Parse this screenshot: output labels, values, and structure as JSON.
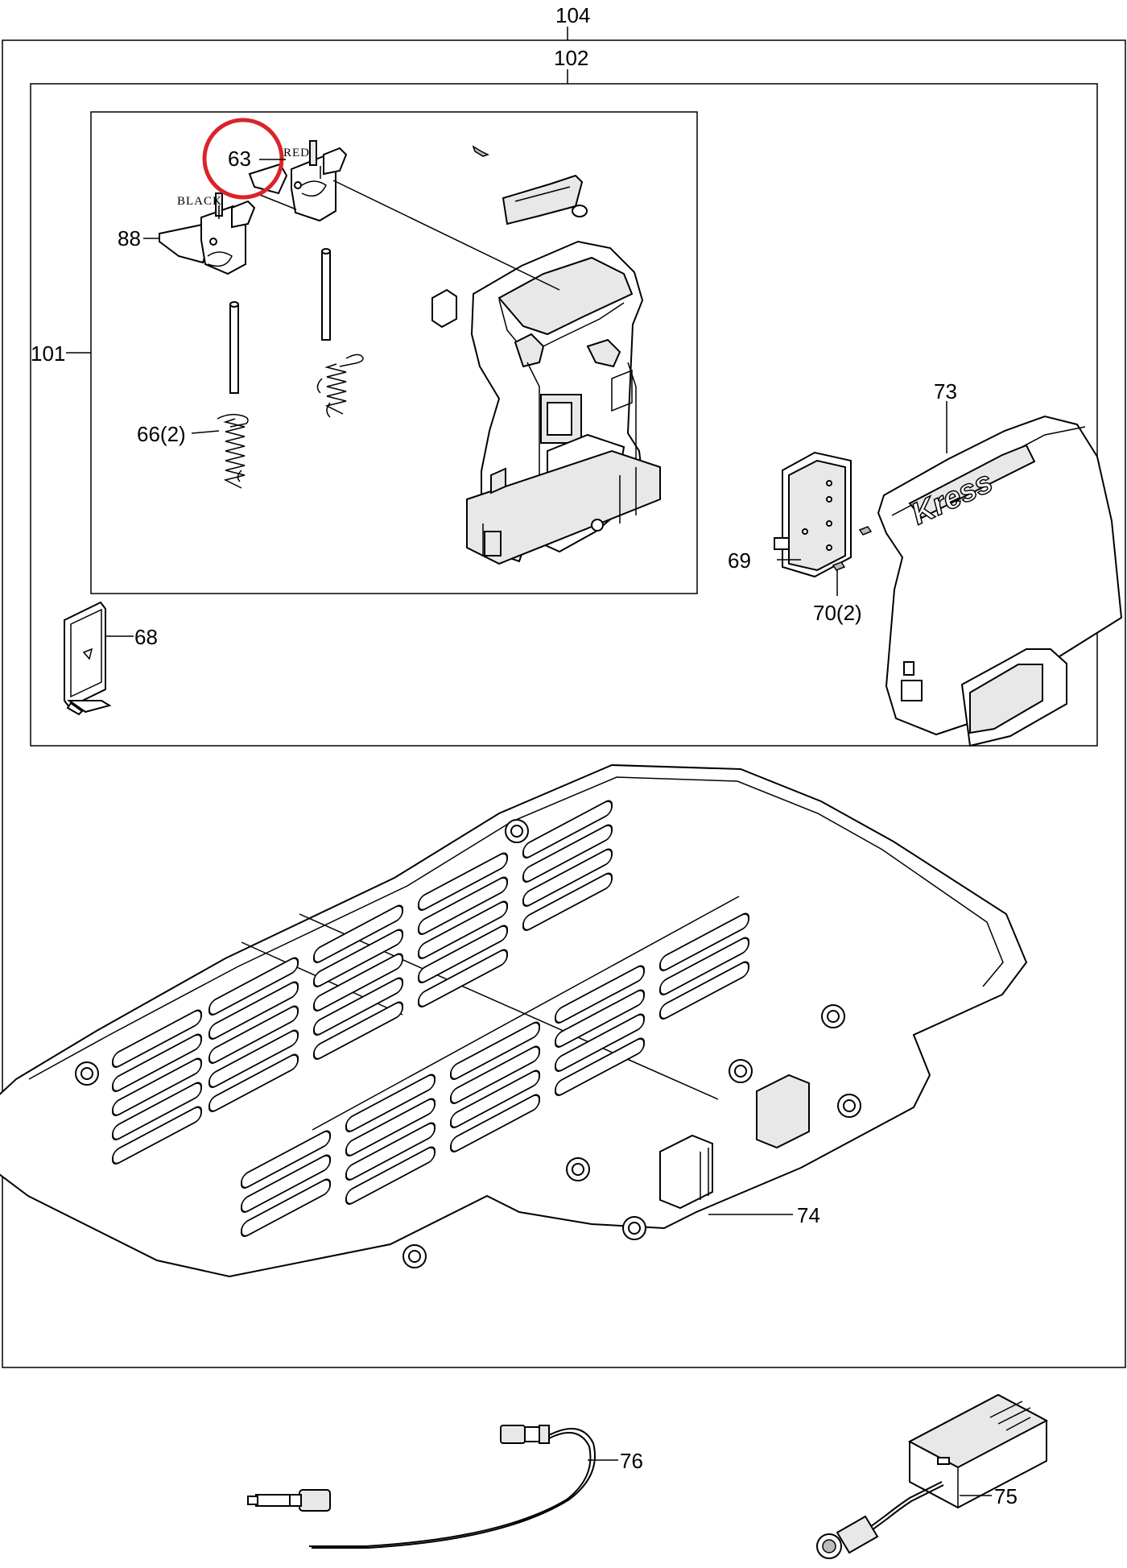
{
  "labels": {
    "l104": "104",
    "l102": "102",
    "l101": "101",
    "l63": "63",
    "l88": "88",
    "l66": "66(2)",
    "l68": "68",
    "l73": "73",
    "l69": "69",
    "l70": "70(2)",
    "l74": "74",
    "l76": "76",
    "l75": "75"
  },
  "wires": {
    "red": "RED",
    "black": "BLACK"
  },
  "brand": "Kress",
  "highlight_color": "#d9242b"
}
